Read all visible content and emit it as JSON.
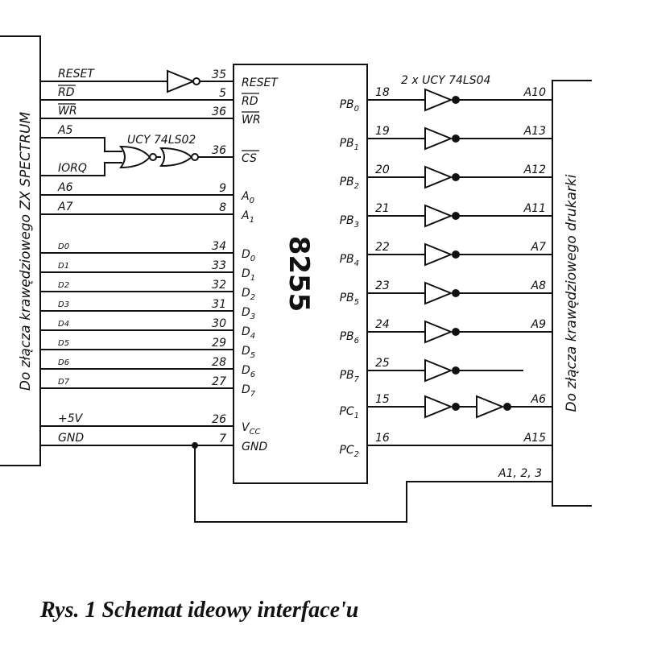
{
  "chip": {
    "name": "8255",
    "left_pins": [
      {
        "num": "35",
        "label": "RESET",
        "over": false,
        "sub": ""
      },
      {
        "num": "5",
        "label": "RD",
        "over": true,
        "sub": ""
      },
      {
        "num": "36",
        "label": "WR",
        "over": true,
        "sub": ""
      },
      {
        "num": "36",
        "label": "CS",
        "over": true,
        "sub": ""
      },
      {
        "num": "9",
        "label": "A",
        "over": false,
        "sub": "0"
      },
      {
        "num": "8",
        "label": "A",
        "over": false,
        "sub": "1"
      },
      {
        "num": "34",
        "label": "D",
        "over": false,
        "sub": "0"
      },
      {
        "num": "33",
        "label": "D",
        "over": false,
        "sub": "1"
      },
      {
        "num": "32",
        "label": "D",
        "over": false,
        "sub": "2"
      },
      {
        "num": "31",
        "label": "D",
        "over": false,
        "sub": "3"
      },
      {
        "num": "30",
        "label": "D",
        "over": false,
        "sub": "4"
      },
      {
        "num": "29",
        "label": "D",
        "over": false,
        "sub": "5"
      },
      {
        "num": "28",
        "label": "D",
        "over": false,
        "sub": "6"
      },
      {
        "num": "27",
        "label": "D",
        "over": false,
        "sub": "7"
      },
      {
        "num": "26",
        "label": "V",
        "over": false,
        "sub": "CC"
      },
      {
        "num": "7",
        "label": "GND",
        "over": false,
        "sub": ""
      }
    ],
    "right_pins": [
      {
        "num": "18",
        "label": "PB",
        "sub": "0",
        "out": "A10"
      },
      {
        "num": "19",
        "label": "PB",
        "sub": "1",
        "out": "A13"
      },
      {
        "num": "20",
        "label": "PB",
        "sub": "2",
        "out": "A12"
      },
      {
        "num": "21",
        "label": "PB",
        "sub": "3",
        "out": "A11"
      },
      {
        "num": "22",
        "label": "PB",
        "sub": "4",
        "out": "A7"
      },
      {
        "num": "23",
        "label": "PB",
        "sub": "5",
        "out": "A8"
      },
      {
        "num": "24",
        "label": "PB",
        "sub": "6",
        "out": "A9"
      },
      {
        "num": "25",
        "label": "PB",
        "sub": "7",
        "out": ""
      },
      {
        "num": "15",
        "label": "PC",
        "sub": "1",
        "out": "A6"
      },
      {
        "num": "16",
        "label": "PC",
        "sub": "2",
        "out": "A15"
      }
    ]
  },
  "left_signals": [
    "RESET",
    "RD",
    "WR",
    "A5",
    "IORQ",
    "A6",
    "A7",
    "D0",
    "D1",
    "D2",
    "D3",
    "D4",
    "D5",
    "D6",
    "D7",
    "+5V",
    "GND"
  ],
  "gate_label": "UCY 74LS02",
  "inverter_label": "2 x UCY 74LS04",
  "ground_label": "A1, 2, 3",
  "left_connector": "Do złącza krawędziowego ZX SPECTRUM",
  "right_connector": "Do złącza krawędziowego drukarki",
  "caption": "Rys. 1 Schemat ideowy interface'u"
}
